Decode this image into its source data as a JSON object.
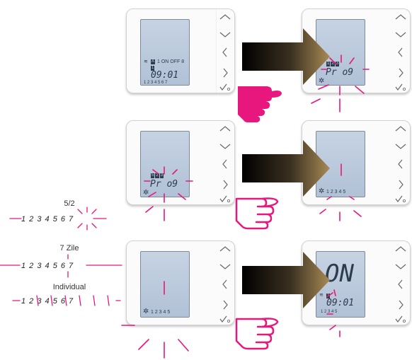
{
  "colors": {
    "accent": "#e8177d",
    "device": "#fbfbfb",
    "lcd": "#c1cfe0",
    "lcd_text": "#2e3a4e",
    "arrow": "#5a4a2a"
  },
  "row1": {
    "left": {
      "temp_icons": "≋",
      "badge_a": "A",
      "on_off": "1 ON OFF 8",
      "badge_b": "1",
      "time": "09:01",
      "days": "1 2 3 4 5 6 7"
    },
    "right": {
      "badges": [
        "1",
        "2",
        "3"
      ],
      "prog": "Pr o9"
    }
  },
  "row2": {
    "left": {
      "badges": [
        "5",
        "2",
        "3"
      ],
      "prog": "Pr o9"
    },
    "right": {
      "days": "1 2 3 4 5"
    }
  },
  "row3": {
    "left": {
      "days": "1 2 3 4 5"
    },
    "right": {
      "on": "ON",
      "badge": "1",
      "time": "09:01",
      "days": "1 2 3 4 5"
    }
  },
  "legend": {
    "title_52": "5/2",
    "days_52": "1 2 3 4 5  6 7",
    "title_7": "7 Zile",
    "days_7": "1 2 3 4 5 6 7",
    "title_ind": "Individual",
    "days_ind": "1 2 3 4 5 6 7"
  },
  "icons": {
    "up": "chevron-up-icon",
    "down": "chevron-down-icon",
    "left": "chevron-left-icon",
    "right": "chevron-right-icon",
    "ok": "checkmark-icon",
    "gear": "gear-icon"
  }
}
